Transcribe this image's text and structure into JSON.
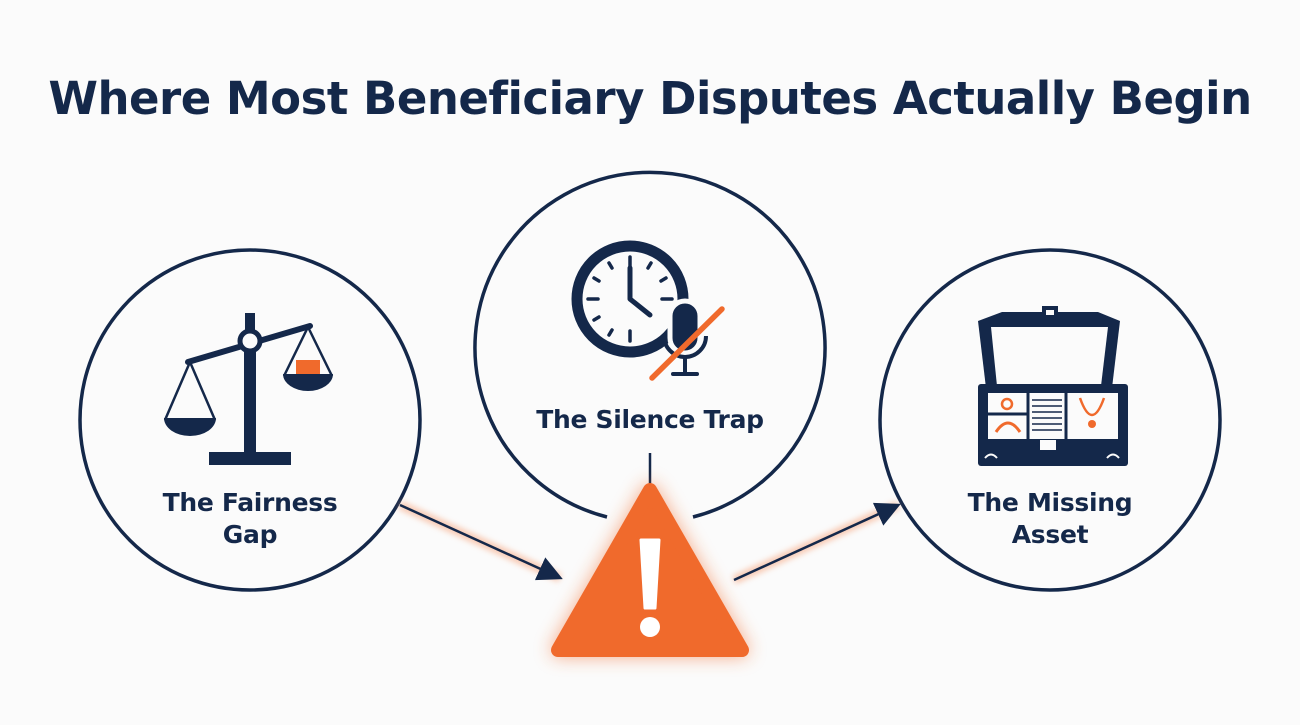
{
  "title": "Where Most Beneficiary Disputes Actually Begin",
  "nodes": {
    "fairness": {
      "label_line1": "The Fairness",
      "label_line2": "Gap",
      "icon": "balance-scale-icon"
    },
    "silence": {
      "label": "The Silence Trap",
      "icon": "clock-muted-microphone-icon"
    },
    "missing": {
      "label_line1": "The Missing",
      "label_line2": "Asset",
      "icon": "open-treasure-chest-icon"
    }
  },
  "center": {
    "icon": "warning-triangle-icon"
  },
  "colors": {
    "navy": "#14284a",
    "orange": "#f06a2c",
    "background": "#fbfbfb"
  }
}
